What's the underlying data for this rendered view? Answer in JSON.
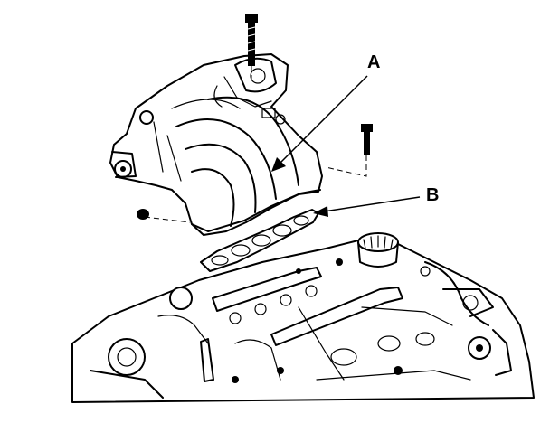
{
  "callouts": {
    "a": {
      "label": "A"
    },
    "b": {
      "label": "B"
    }
  },
  "colors": {
    "ink": "#000000",
    "paper": "#ffffff"
  },
  "parts": {
    "intake_manifold": "intake-manifold",
    "gasket": "manifold-gasket",
    "bolt_top": "manifold-bolt",
    "bolt_right": "manifold-bolt",
    "nut_left": "manifold-nut",
    "engine": "engine-cylinder-head"
  }
}
